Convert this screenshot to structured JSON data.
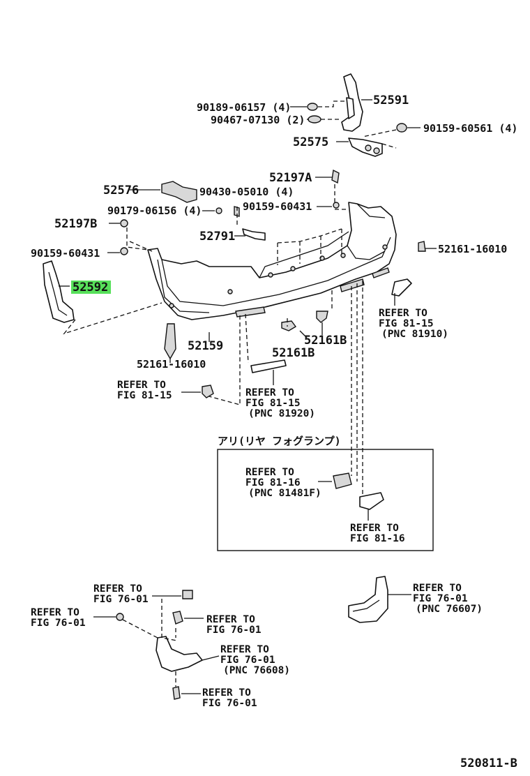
{
  "labels": {
    "p52591": "52591",
    "p90189": "90189-06157 (4)",
    "p90467": "90467-07130 (2)",
    "p90159_60561": "90159-60561 (4)",
    "p52575": "52575",
    "p52197A": "52197A",
    "p52576": "52576",
    "p90430": "90430-05010 (4)",
    "p90179": "90179-06156 (4)",
    "p90159_60431_top": "90159-60431",
    "p52197B": "52197B",
    "p52791": "52791",
    "p90159_60431_left": "90159-60431",
    "p52161_16010_right": "52161-16010",
    "p52592": "52592",
    "p52159": "52159",
    "p52161B_a": "52161B",
    "p52161B_b": "52161B",
    "p52161_16010_bottom": "52161-16010",
    "footer_code": "520811-B"
  },
  "refs": {
    "r1": [
      "REFER TO",
      "FIG 81-15",
      "(PNC 81910)"
    ],
    "r2": [
      "REFER TO",
      "FIG 81-15"
    ],
    "r3": [
      "REFER TO",
      "FIG 81-15",
      "(PNC 81920)"
    ],
    "r4": [
      "REFER TO",
      "FIG 81-16",
      "(PNC 81481F)"
    ],
    "r5": [
      "REFER TO",
      "FIG 81-16"
    ],
    "r6": [
      "REFER TO",
      "FIG 76-01"
    ],
    "r7": [
      "REFER TO",
      "FIG 76-01"
    ],
    "r8": [
      "REFER TO",
      "FIG 76-01"
    ],
    "r9": [
      "REFER TO",
      "FIG 76-01",
      "(PNC 76608)"
    ],
    "r10": [
      "REFER TO",
      "FIG 76-01"
    ],
    "r11": [
      "REFER TO",
      "FIG 76-01",
      "(PNC 76607)"
    ]
  },
  "box_title": "アリ(リヤ フォグランプ)",
  "highlight_part": "52592",
  "colors": {
    "highlight": "#57e05a",
    "ink": "#111111"
  }
}
